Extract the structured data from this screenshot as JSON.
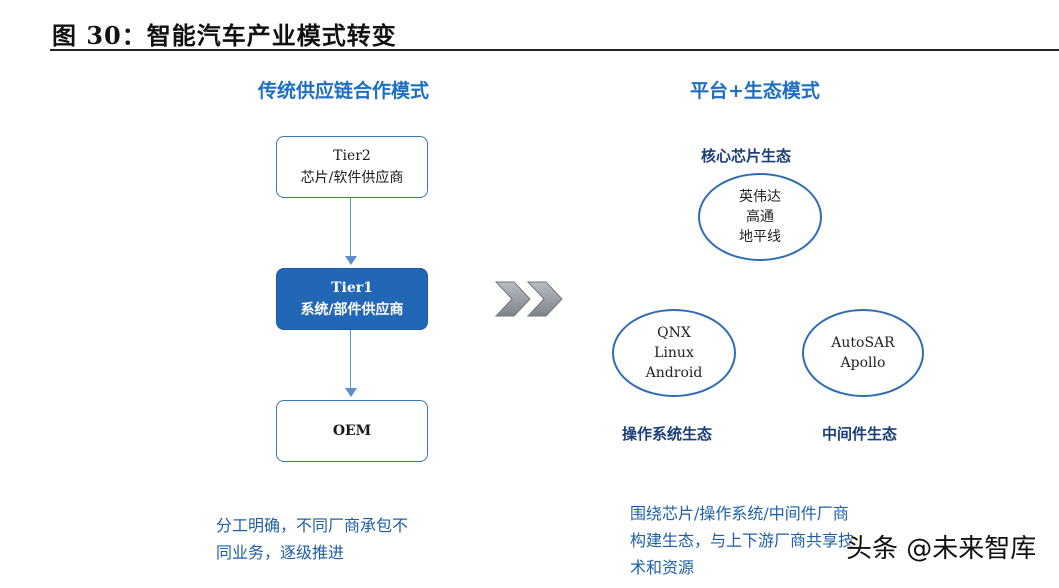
{
  "figure_title": "图 30：智能汽车产业模式转变",
  "left": {
    "title": "传统供应链合作模式",
    "boxes": [
      {
        "line1": "Tier2",
        "line2": "芯片/软件供应商"
      },
      {
        "line1": "Tier1",
        "line2": "系统/部件供应商"
      },
      {
        "line1": "OEM"
      }
    ],
    "note_line1": "分工明确，不同厂商承包不",
    "note_line2": "同业务，逐级推进"
  },
  "right": {
    "title": "平台+生态模式",
    "chip": {
      "label": "核心芯片生态",
      "items": [
        "英伟达",
        "高通",
        "地平线"
      ]
    },
    "os": {
      "label": "操作系统生态",
      "items": [
        "QNX",
        "Linux",
        "Android"
      ]
    },
    "middleware": {
      "label": "中间件生态",
      "items": [
        "AutoSAR",
        "Apollo"
      ]
    },
    "note_line1": "围绕芯片/操作系统/中间件厂商",
    "note_line2": "构建生态，与上下游厂商共享技",
    "note_line3": "术和资源"
  },
  "watermark": {
    "prefix": "头条 @",
    "name": "未来智库"
  },
  "colors": {
    "accent": "#1e6fbf",
    "box_fill": "#2266b6",
    "chevron": "#8f959b"
  }
}
